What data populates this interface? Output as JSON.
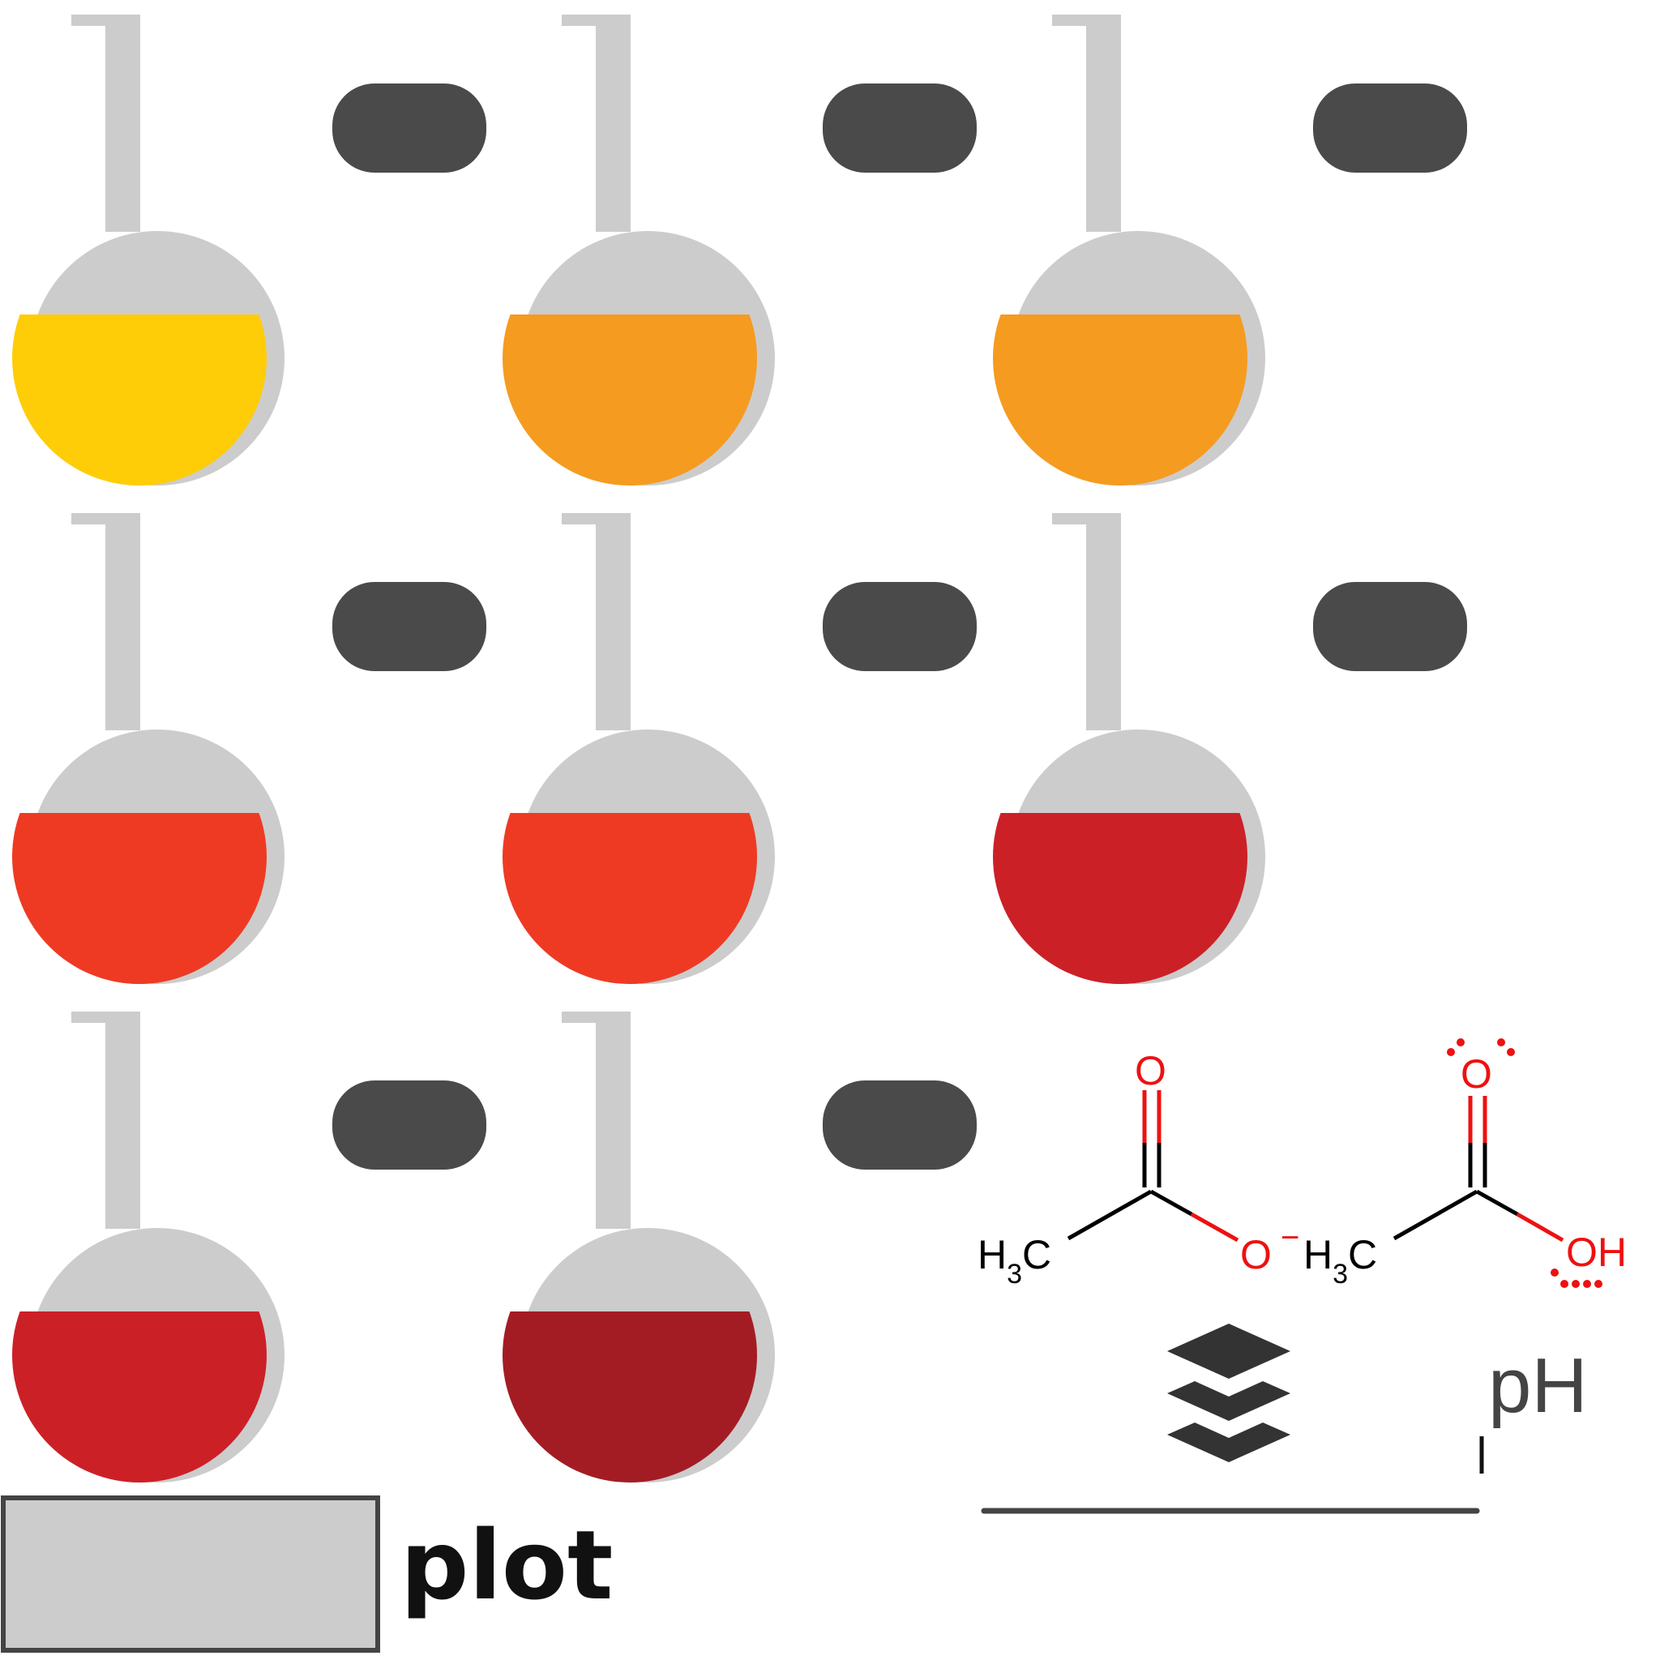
{
  "flasks": [
    {
      "liquid": "#FFCC08"
    },
    {
      "liquid": "#F59B20"
    },
    {
      "liquid": "#F59B20"
    },
    {
      "liquid": "#EE3A23"
    },
    {
      "liquid": "#EE3A23"
    },
    {
      "liquid": "#CC2027"
    },
    {
      "liquid": "#CC2027"
    },
    {
      "liquid": "#A31C24"
    }
  ],
  "colors": {
    "glass": "#CCCCCC",
    "pill": "#4A4A4A",
    "oxygen": "#EE1111",
    "bond": "#000000",
    "icon": "#333333",
    "slider": "#444444"
  },
  "molecules": {
    "acetate": {
      "methyl": "H",
      "methyl_sub": "3",
      "methyl_c": "C",
      "carbonyl_o": "O",
      "anion_o": "O",
      "charge": "−"
    },
    "acetic_acid": {
      "methyl": "H",
      "methyl_sub": "3",
      "methyl_c": "C",
      "carbonyl_o": "O",
      "hydroxyl": "OH"
    }
  },
  "slider": {
    "label": "pH"
  },
  "plot_button": {
    "label": "plot"
  },
  "icons": {
    "layers": "layers-icon"
  }
}
